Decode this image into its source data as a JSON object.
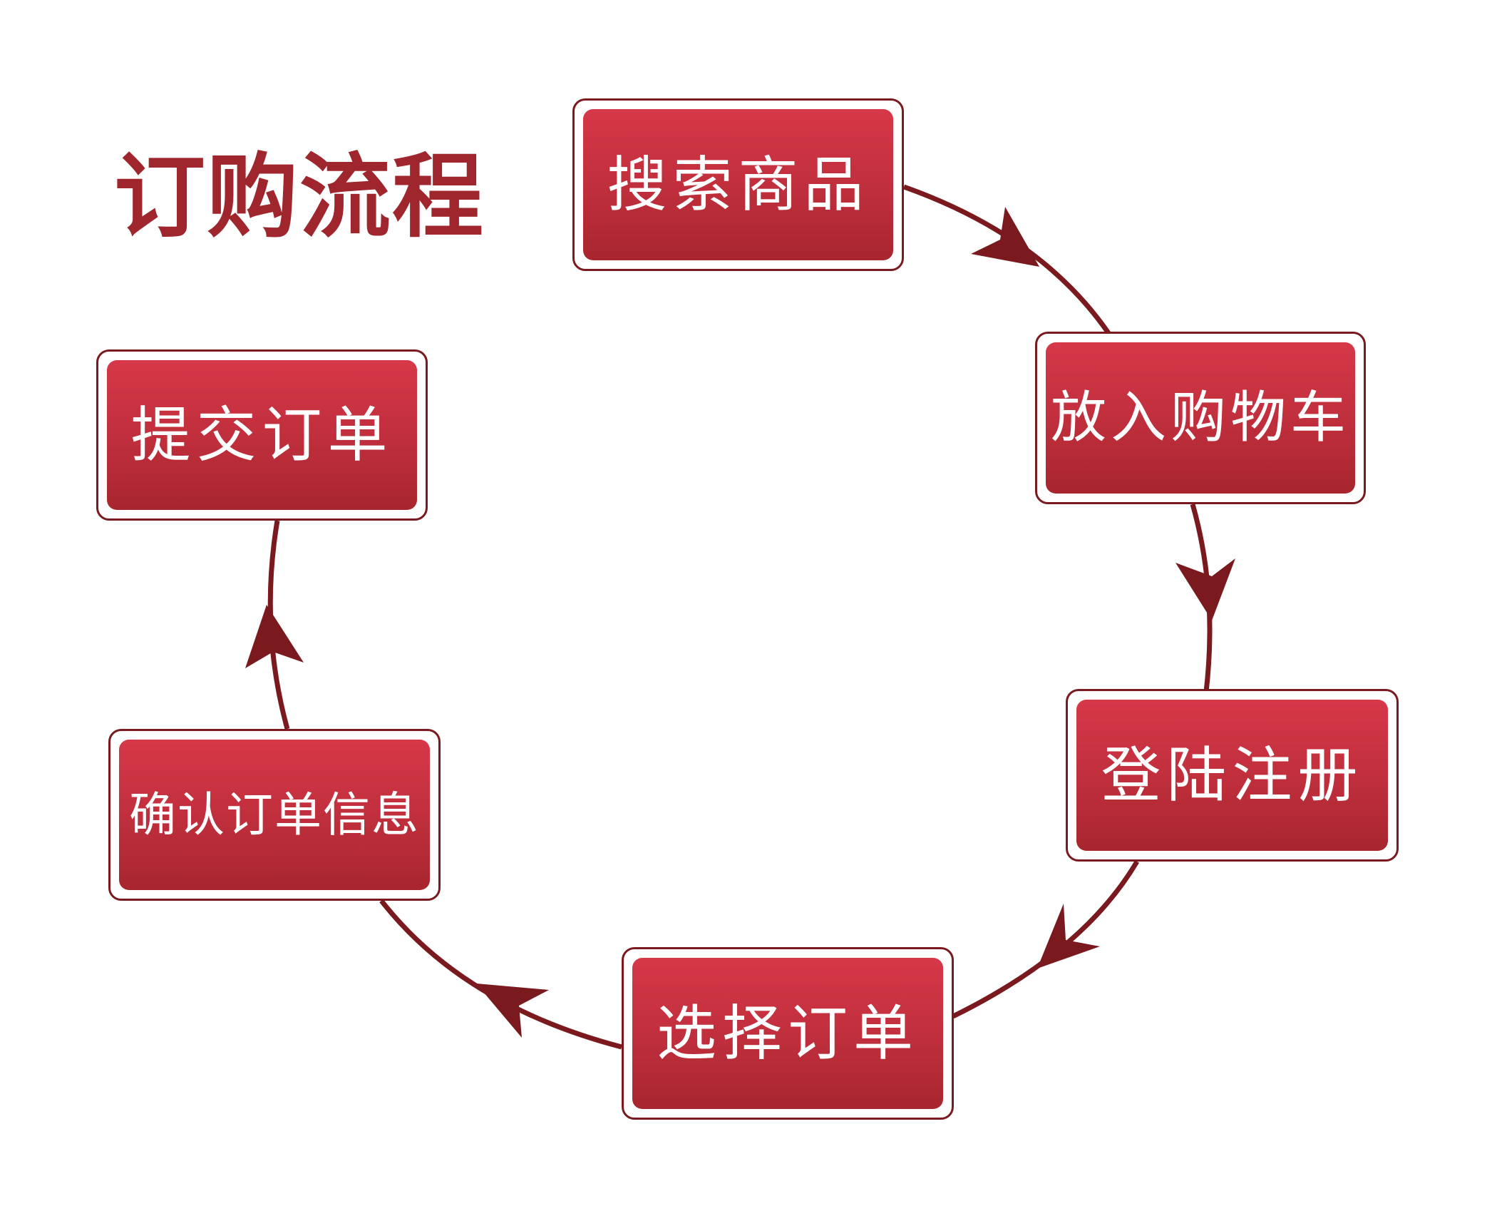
{
  "title": "订购流程",
  "colors": {
    "title": "#a0262e",
    "box_fill_top": "#d63848",
    "box_fill_bottom": "#a8262e",
    "box_border": "#7a1a1e",
    "arrow": "#7a1a1e",
    "label_text": "#ffffff"
  },
  "steps": [
    {
      "label": "搜索商品"
    },
    {
      "label": "放入购物车"
    },
    {
      "label": "登陆注册"
    },
    {
      "label": "选择订单"
    },
    {
      "label": "确认订单信息"
    },
    {
      "label": "提交订单"
    }
  ]
}
